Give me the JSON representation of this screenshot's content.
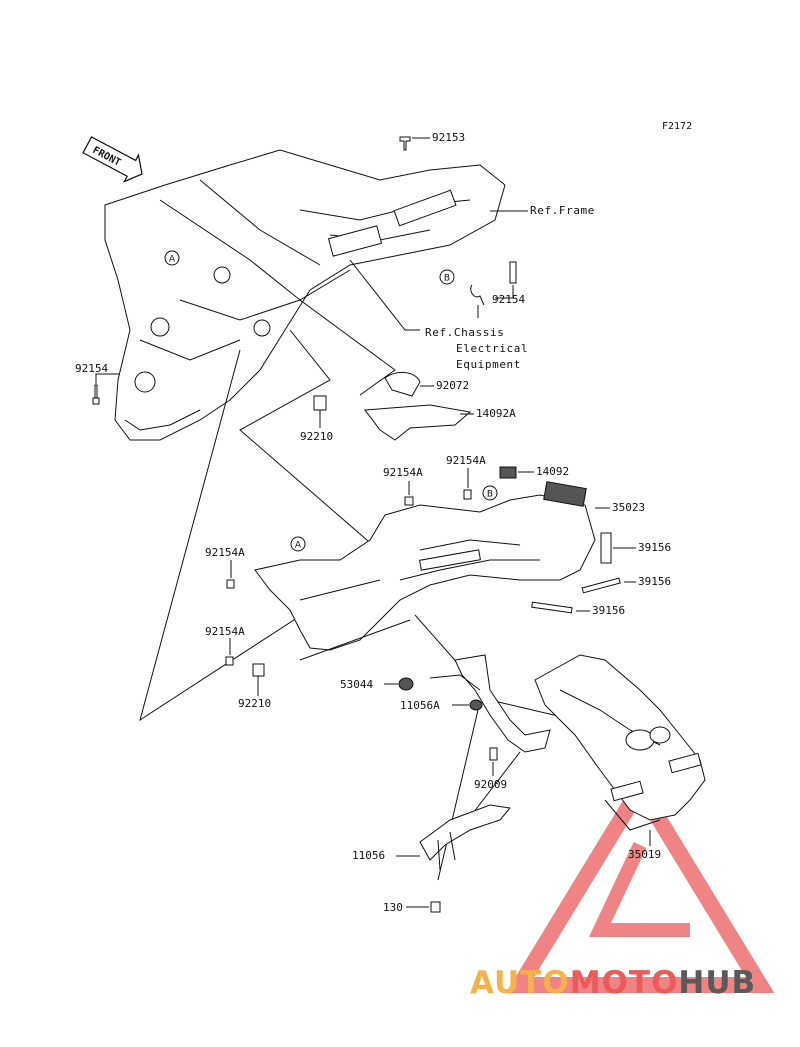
{
  "figure_code": "F2172",
  "front_label": "FRONT",
  "refs": {
    "frame": "Ref.Frame",
    "chassis_line1": "Ref.Chassis",
    "chassis_line2": "Electrical",
    "chassis_line3": "Equipment"
  },
  "markers": {
    "a": "A",
    "b": "B"
  },
  "parts": {
    "p92153": "92153",
    "p92154_top": "92154",
    "p92154_left": "92154",
    "p92072": "92072",
    "p14092A": "14092A",
    "p92210_top": "92210",
    "p92154A_1": "92154A",
    "p92154A_2": "92154A",
    "p14092": "14092",
    "p35023": "35023",
    "p39156_1": "39156",
    "p39156_2": "39156",
    "p39156_3": "39156",
    "p92154A_3": "92154A",
    "p92154A_4": "92154A",
    "p92210_bottom": "92210",
    "p53044": "53044",
    "p11056A": "11056A",
    "p92009": "92009",
    "p11056": "11056",
    "p35019": "35019",
    "p130": "130"
  },
  "watermark": {
    "part1": "AUTO",
    "part2": "MOTO",
    "part3": "HUB",
    "color_orange": "#f6b24a",
    "color_red": "#ec5a5a",
    "color_gray": "#5a5a5a"
  }
}
